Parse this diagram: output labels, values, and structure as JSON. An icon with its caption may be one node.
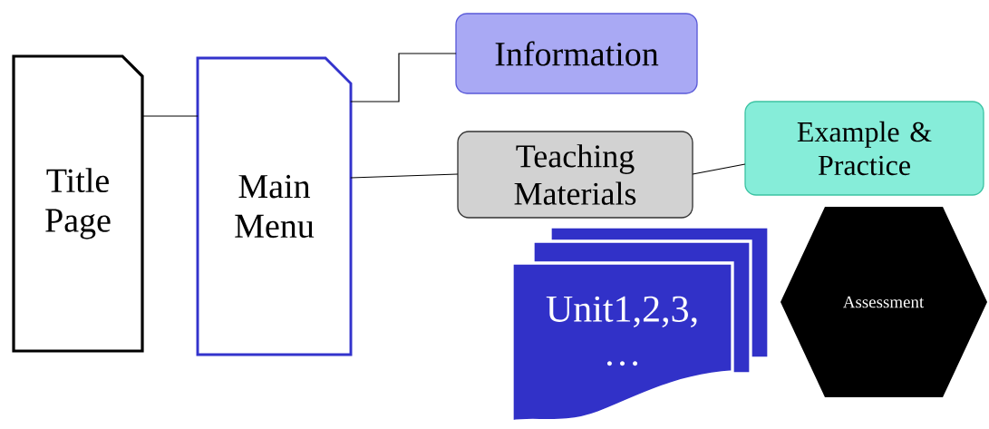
{
  "diagram": {
    "nodes": [
      {
        "text": [
          "Title Page"
        ]
      },
      {
        "text": [
          "Main Menu"
        ]
      },
      {
        "text": [
          "Information"
        ]
      },
      {
        "text": [
          "Teaching Materials"
        ]
      },
      {
        "text": [
          "Example & Practice"
        ]
      },
      {
        "text": [
          "Unit1,2,3, …"
        ]
      },
      {
        "text": [
          "Assessment"
        ]
      }
    ],
    "edges": [
      {
        "from": 0,
        "to": 1,
        "arrow": "none"
      },
      {
        "from": 1,
        "to": 2,
        "arrow": "none"
      },
      {
        "from": 1,
        "to": 3,
        "arrow": "none"
      },
      {
        "from": 3,
        "to": 4,
        "arrow": "none"
      }
    ]
  }
}
